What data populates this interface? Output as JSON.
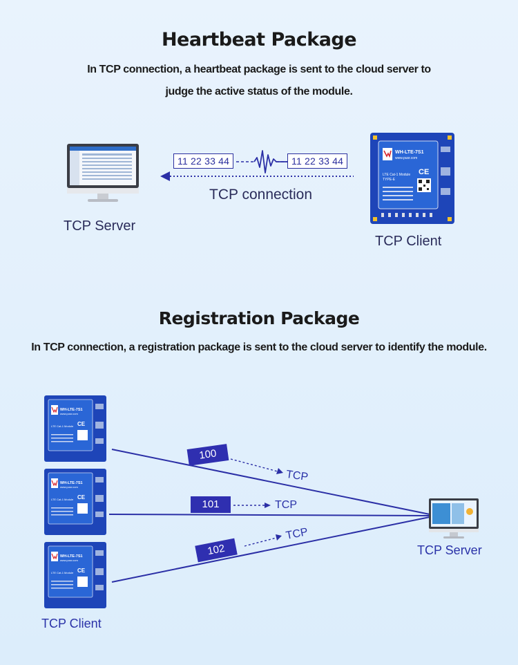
{
  "heartbeat": {
    "title": "Heartbeat Package",
    "desc_line1": "In TCP connection, a heartbeat package is sent to the cloud server to",
    "desc_line2": "judge the active status of the module.",
    "packet_left": "11 22 33 44",
    "packet_right": "11 22 33 44",
    "connection_label": "TCP connection",
    "server_label": "TCP Server",
    "client_label": "TCP Client"
  },
  "registration": {
    "title": "Registration Package",
    "desc": "In TCP connection, a registration package is sent to the cloud server to identify the module.",
    "packets": [
      {
        "id": "100",
        "protocol": "TCP"
      },
      {
        "id": "101",
        "protocol": "TCP"
      },
      {
        "id": "102",
        "protocol": "TCP"
      }
    ],
    "server_label": "TCP Server",
    "client_label": "TCP Client"
  },
  "module": {
    "model": "WH-LTE-7S1",
    "site": "www.pusr.com",
    "desc": "LTE Cat-1 Module",
    "type": "TYPE-E",
    "cert_mark": "CE"
  },
  "colors": {
    "line_blue": "#2b2fa6",
    "packet_fill": "#2f2fb0",
    "board_blue": "#1e45b8",
    "module_blue": "#2a66d6"
  }
}
